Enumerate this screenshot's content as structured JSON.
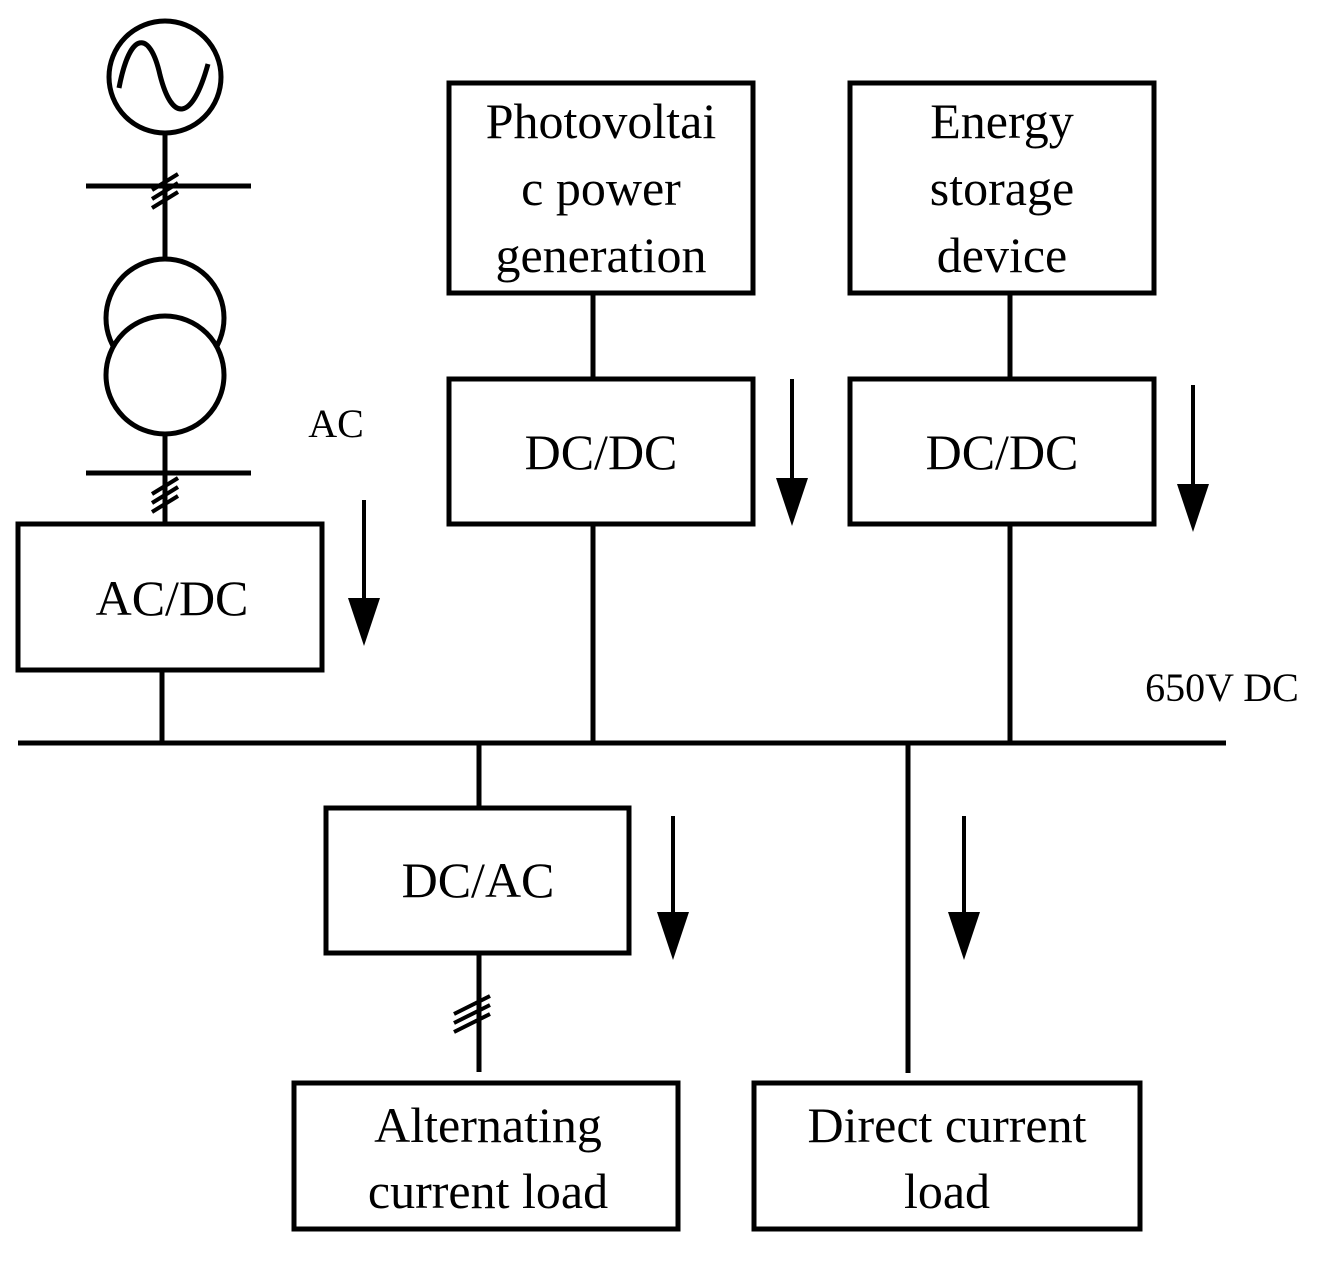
{
  "labels": {
    "pv_line1": "Photovoltai",
    "pv_line2": "c power",
    "pv_line3": "generation",
    "es_line1": "Energy",
    "es_line2": "storage",
    "es_line3": "device",
    "pv_converter": "DC/DC",
    "es_converter": "DC/DC",
    "ac_dc_converter": "AC/DC",
    "dc_ac_converter": "DC/AC",
    "ac_load_line1": "Alternating",
    "ac_load_line2": "current load",
    "dc_load_line1": "Direct current",
    "dc_load_line2": "load",
    "ac_label": "AC",
    "bus_label": "650V DC"
  }
}
